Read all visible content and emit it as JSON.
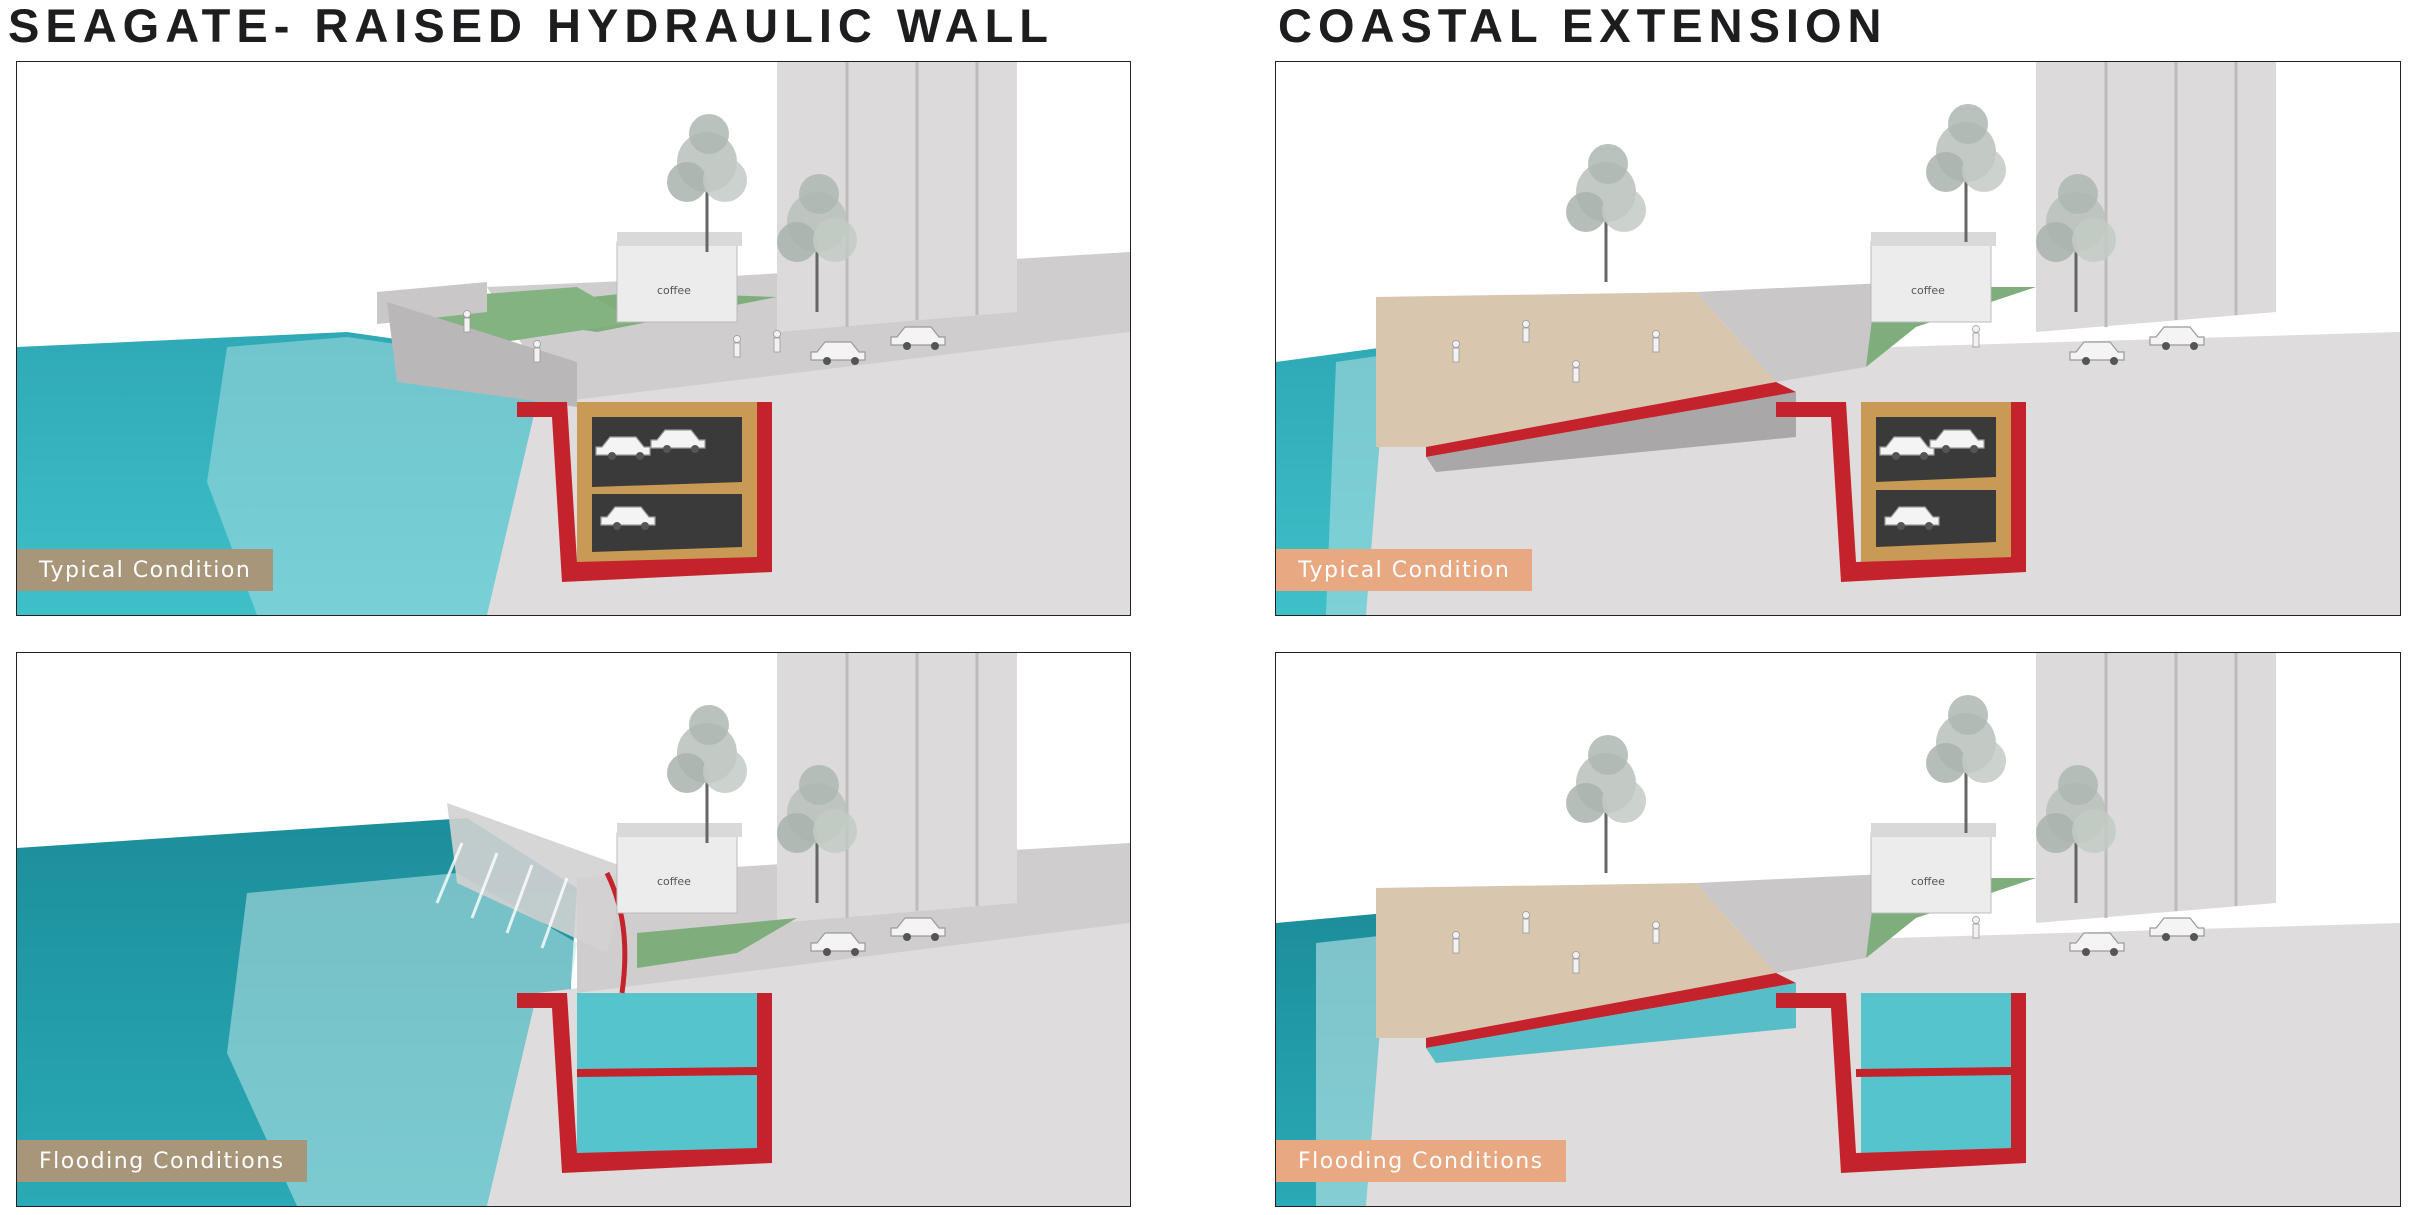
{
  "titles": {
    "left": "SEAGATE- RAISED HYDRAULIC WALL",
    "right": "COASTAL EXTENSION"
  },
  "panels": [
    {
      "id": "seagate-typical",
      "condition": "Typical Condition",
      "kiosk": "coffee"
    },
    {
      "id": "seagate-flooding",
      "condition": "Flooding Conditions",
      "kiosk": "coffee"
    },
    {
      "id": "coastal-typical",
      "condition": "Typical Condition",
      "kiosk": "coffee"
    },
    {
      "id": "coastal-flooding",
      "condition": "Flooding Conditions",
      "kiosk": "coffee"
    }
  ],
  "colors": {
    "water": "#3fb8c3",
    "water_deep": "#1a9ba8",
    "floodwall": "#c4232b",
    "ground": "#dddbdc",
    "lawn": "#7fae7c",
    "deck": "#d8c6ae",
    "soil": "#c99a56",
    "label_seagate": "#a8967a",
    "label_coastal": "#e8a882"
  }
}
